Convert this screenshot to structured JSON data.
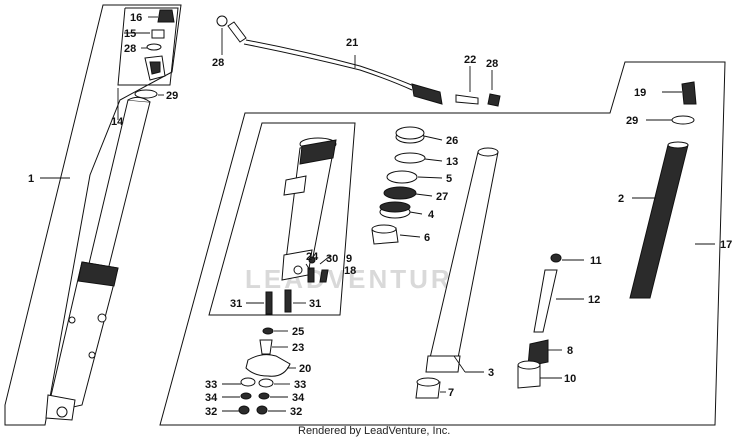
{
  "watermark": "LEADVENTURE",
  "footer": "Rendered by LeadVenture, Inc.",
  "callouts": {
    "c1": "1",
    "c2": "2",
    "c3": "3",
    "c4": "4",
    "c5": "5",
    "c6": "6",
    "c7": "7",
    "c8": "8",
    "c10": "10",
    "c11": "11",
    "c12": "12",
    "c13": "13",
    "c14": "14",
    "c15": "15",
    "c16": "16",
    "c17": "17",
    "c18": "18",
    "c19": "19",
    "c20": "20",
    "c21": "21",
    "c22": "22",
    "c23": "23",
    "c24": "24",
    "c25": "25",
    "c26": "26",
    "c27": "27",
    "c28a": "28",
    "c28b": "28",
    "c28c": "28",
    "c29a": "29",
    "c29b": "29",
    "c30": "30",
    "c31a": "31",
    "c31b": "31",
    "c32a": "32",
    "c32b": "32",
    "c33a": "33",
    "c33b": "33",
    "c34a": "34",
    "c34b": "34",
    "c9": "9"
  }
}
